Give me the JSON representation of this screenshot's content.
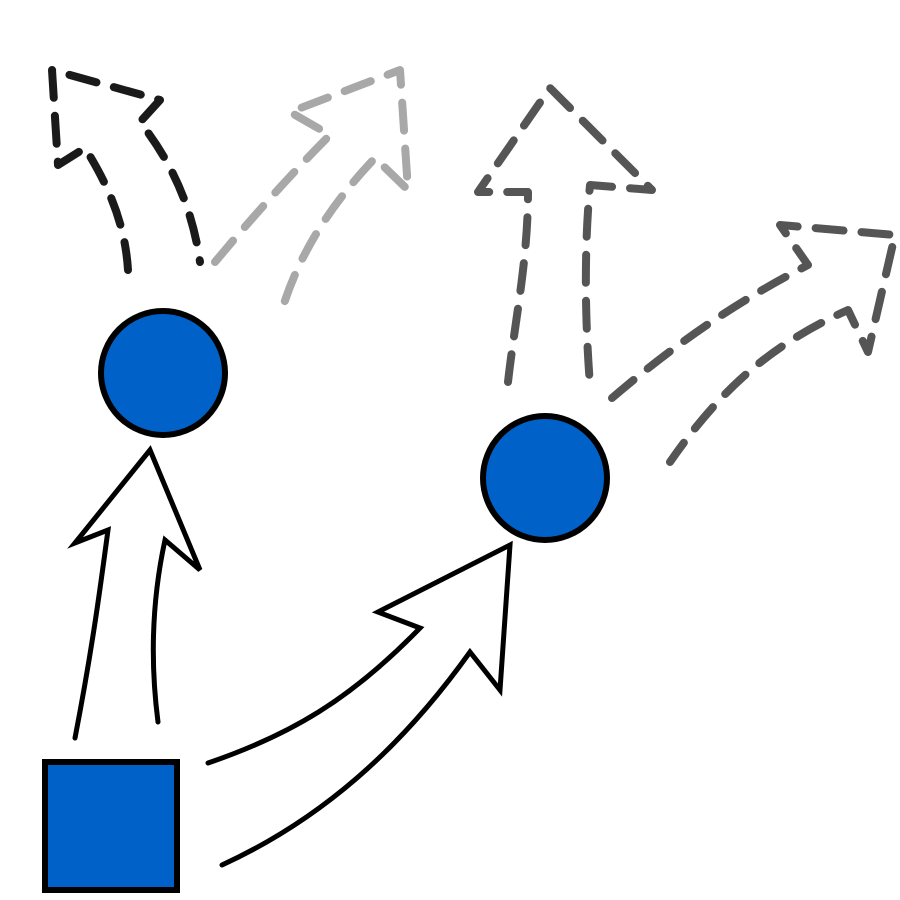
{
  "colors": {
    "node_fill": "#0062C9",
    "node_stroke": "#000000",
    "solid_arrow_stroke": "#000000",
    "dashed_black": "#1a1a1a",
    "dashed_dark_gray": "#555555",
    "dashed_light_gray": "#a8a8a8"
  },
  "nodes": [
    {
      "id": "start",
      "shape": "square-icon"
    },
    {
      "id": "state-a",
      "shape": "circle-icon"
    },
    {
      "id": "state-b",
      "shape": "circle-icon"
    }
  ],
  "transitions": [
    {
      "from": "start",
      "to": "state-a",
      "style": "solid"
    },
    {
      "from": "start",
      "to": "state-b",
      "style": "solid"
    },
    {
      "from": "state-a",
      "to": "future",
      "style": "dashed",
      "tone": "black"
    },
    {
      "from": "state-a",
      "to": "future",
      "style": "dashed",
      "tone": "light-gray"
    },
    {
      "from": "state-b",
      "to": "future",
      "style": "dashed",
      "tone": "dark-gray"
    },
    {
      "from": "state-b",
      "to": "future",
      "style": "dashed",
      "tone": "dark-gray"
    }
  ]
}
